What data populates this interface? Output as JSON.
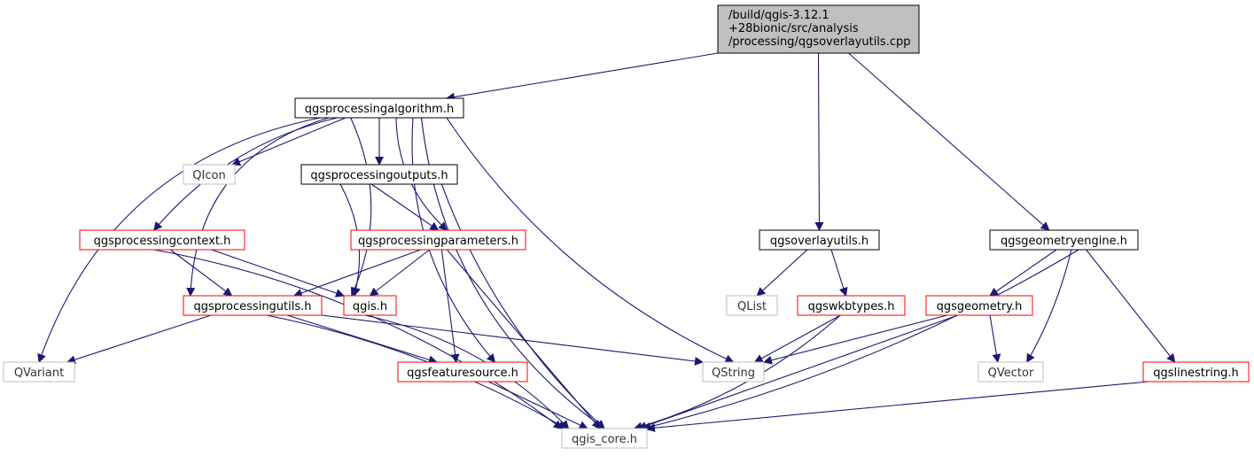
{
  "colors": {
    "edge": "#191970",
    "root_fill": "#bfbfbf",
    "root_border": "#000000",
    "documented_border": "#000000",
    "undocumented_border": "#ff0000",
    "external_border": "#bfbfbf",
    "external_text": "#333333"
  },
  "nodes": [
    {
      "id": "root",
      "lines": [
        "/build/qgis-3.12.1",
        "+28bionic/src/analysis",
        "/processing/qgsoverlayutils.cpp"
      ],
      "kind": "root"
    },
    {
      "id": "algorithm",
      "lines": [
        "qgsprocessingalgorithm.h"
      ],
      "kind": "documented"
    },
    {
      "id": "overlayutils",
      "lines": [
        "qgsoverlayutils.h"
      ],
      "kind": "documented"
    },
    {
      "id": "geomengine",
      "lines": [
        "qgsgeometryengine.h"
      ],
      "kind": "documented"
    },
    {
      "id": "qicon",
      "lines": [
        "QIcon"
      ],
      "kind": "external"
    },
    {
      "id": "outputs",
      "lines": [
        "qgsprocessingoutputs.h"
      ],
      "kind": "documented"
    },
    {
      "id": "context",
      "lines": [
        "qgsprocessingcontext.h"
      ],
      "kind": "undocumented"
    },
    {
      "id": "parameters",
      "lines": [
        "qgsprocessingparameters.h"
      ],
      "kind": "undocumented"
    },
    {
      "id": "utils",
      "lines": [
        "qgsprocessingutils.h"
      ],
      "kind": "undocumented"
    },
    {
      "id": "qgis",
      "lines": [
        "qgis.h"
      ],
      "kind": "undocumented"
    },
    {
      "id": "qlist",
      "lines": [
        "QList"
      ],
      "kind": "external"
    },
    {
      "id": "wkbtypes",
      "lines": [
        "qgswkbtypes.h"
      ],
      "kind": "undocumented"
    },
    {
      "id": "geometry",
      "lines": [
        "qgsgeometry.h"
      ],
      "kind": "undocumented"
    },
    {
      "id": "qvariant",
      "lines": [
        "QVariant"
      ],
      "kind": "external"
    },
    {
      "id": "featuresource",
      "lines": [
        "qgsfeaturesource.h"
      ],
      "kind": "undocumented"
    },
    {
      "id": "qstring",
      "lines": [
        "QString"
      ],
      "kind": "external"
    },
    {
      "id": "qvector",
      "lines": [
        "QVector"
      ],
      "kind": "external"
    },
    {
      "id": "linestring",
      "lines": [
        "qgslinestring.h"
      ],
      "kind": "undocumented"
    },
    {
      "id": "core",
      "lines": [
        "qgis_core.h"
      ],
      "kind": "external"
    }
  ],
  "edges": [
    {
      "from": "root",
      "to": "algorithm"
    },
    {
      "from": "root",
      "to": "overlayutils"
    },
    {
      "from": "root",
      "to": "geomengine"
    },
    {
      "from": "algorithm",
      "to": "qvariant"
    },
    {
      "from": "algorithm",
      "to": "utils"
    },
    {
      "from": "algorithm",
      "to": "context"
    },
    {
      "from": "algorithm",
      "to": "qicon"
    },
    {
      "from": "algorithm",
      "to": "qgis"
    },
    {
      "from": "algorithm",
      "to": "outputs"
    },
    {
      "from": "algorithm",
      "to": "parameters"
    },
    {
      "from": "algorithm",
      "to": "featuresource"
    },
    {
      "from": "algorithm",
      "to": "core"
    },
    {
      "from": "algorithm",
      "to": "qstring"
    },
    {
      "from": "outputs",
      "to": "parameters"
    },
    {
      "from": "outputs",
      "to": "qgis"
    },
    {
      "from": "outputs",
      "to": "core"
    },
    {
      "from": "context",
      "to": "utils"
    },
    {
      "from": "context",
      "to": "qgis"
    },
    {
      "from": "context",
      "to": "core"
    },
    {
      "from": "parameters",
      "to": "utils"
    },
    {
      "from": "parameters",
      "to": "qgis"
    },
    {
      "from": "parameters",
      "to": "featuresource"
    },
    {
      "from": "parameters",
      "to": "core"
    },
    {
      "from": "utils",
      "to": "qvariant"
    },
    {
      "from": "utils",
      "to": "featuresource"
    },
    {
      "from": "utils",
      "to": "qstring"
    },
    {
      "from": "utils",
      "to": "core"
    },
    {
      "from": "qgis",
      "to": "core"
    },
    {
      "from": "featuresource",
      "to": "core"
    },
    {
      "from": "overlayutils",
      "to": "qlist"
    },
    {
      "from": "overlayutils",
      "to": "wkbtypes"
    },
    {
      "from": "wkbtypes",
      "to": "qstring"
    },
    {
      "from": "wkbtypes",
      "to": "core"
    },
    {
      "from": "geomengine",
      "to": "geometry"
    },
    {
      "from": "geomengine",
      "to": "qvector"
    },
    {
      "from": "geomengine",
      "to": "linestring"
    },
    {
      "from": "geomengine",
      "to": "core"
    },
    {
      "from": "geometry",
      "to": "qstring"
    },
    {
      "from": "geometry",
      "to": "qvector"
    },
    {
      "from": "geometry",
      "to": "core"
    },
    {
      "from": "linestring",
      "to": "core"
    }
  ]
}
